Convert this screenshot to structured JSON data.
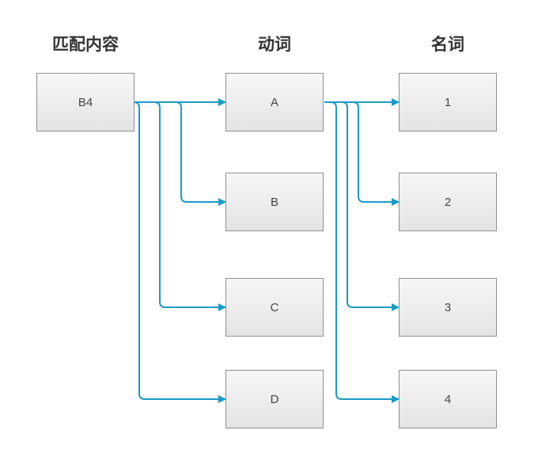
{
  "headers": {
    "source": "匹配内容",
    "verbs": "动词",
    "nouns": "名词"
  },
  "nodes": {
    "source": "B4",
    "verbs": [
      "A",
      "B",
      "C",
      "D"
    ],
    "nouns": [
      "1",
      "2",
      "3",
      "4"
    ]
  },
  "colors": {
    "connector": "#1a9bc7",
    "box_border": "#8f8f8f",
    "heading": "#333333"
  }
}
